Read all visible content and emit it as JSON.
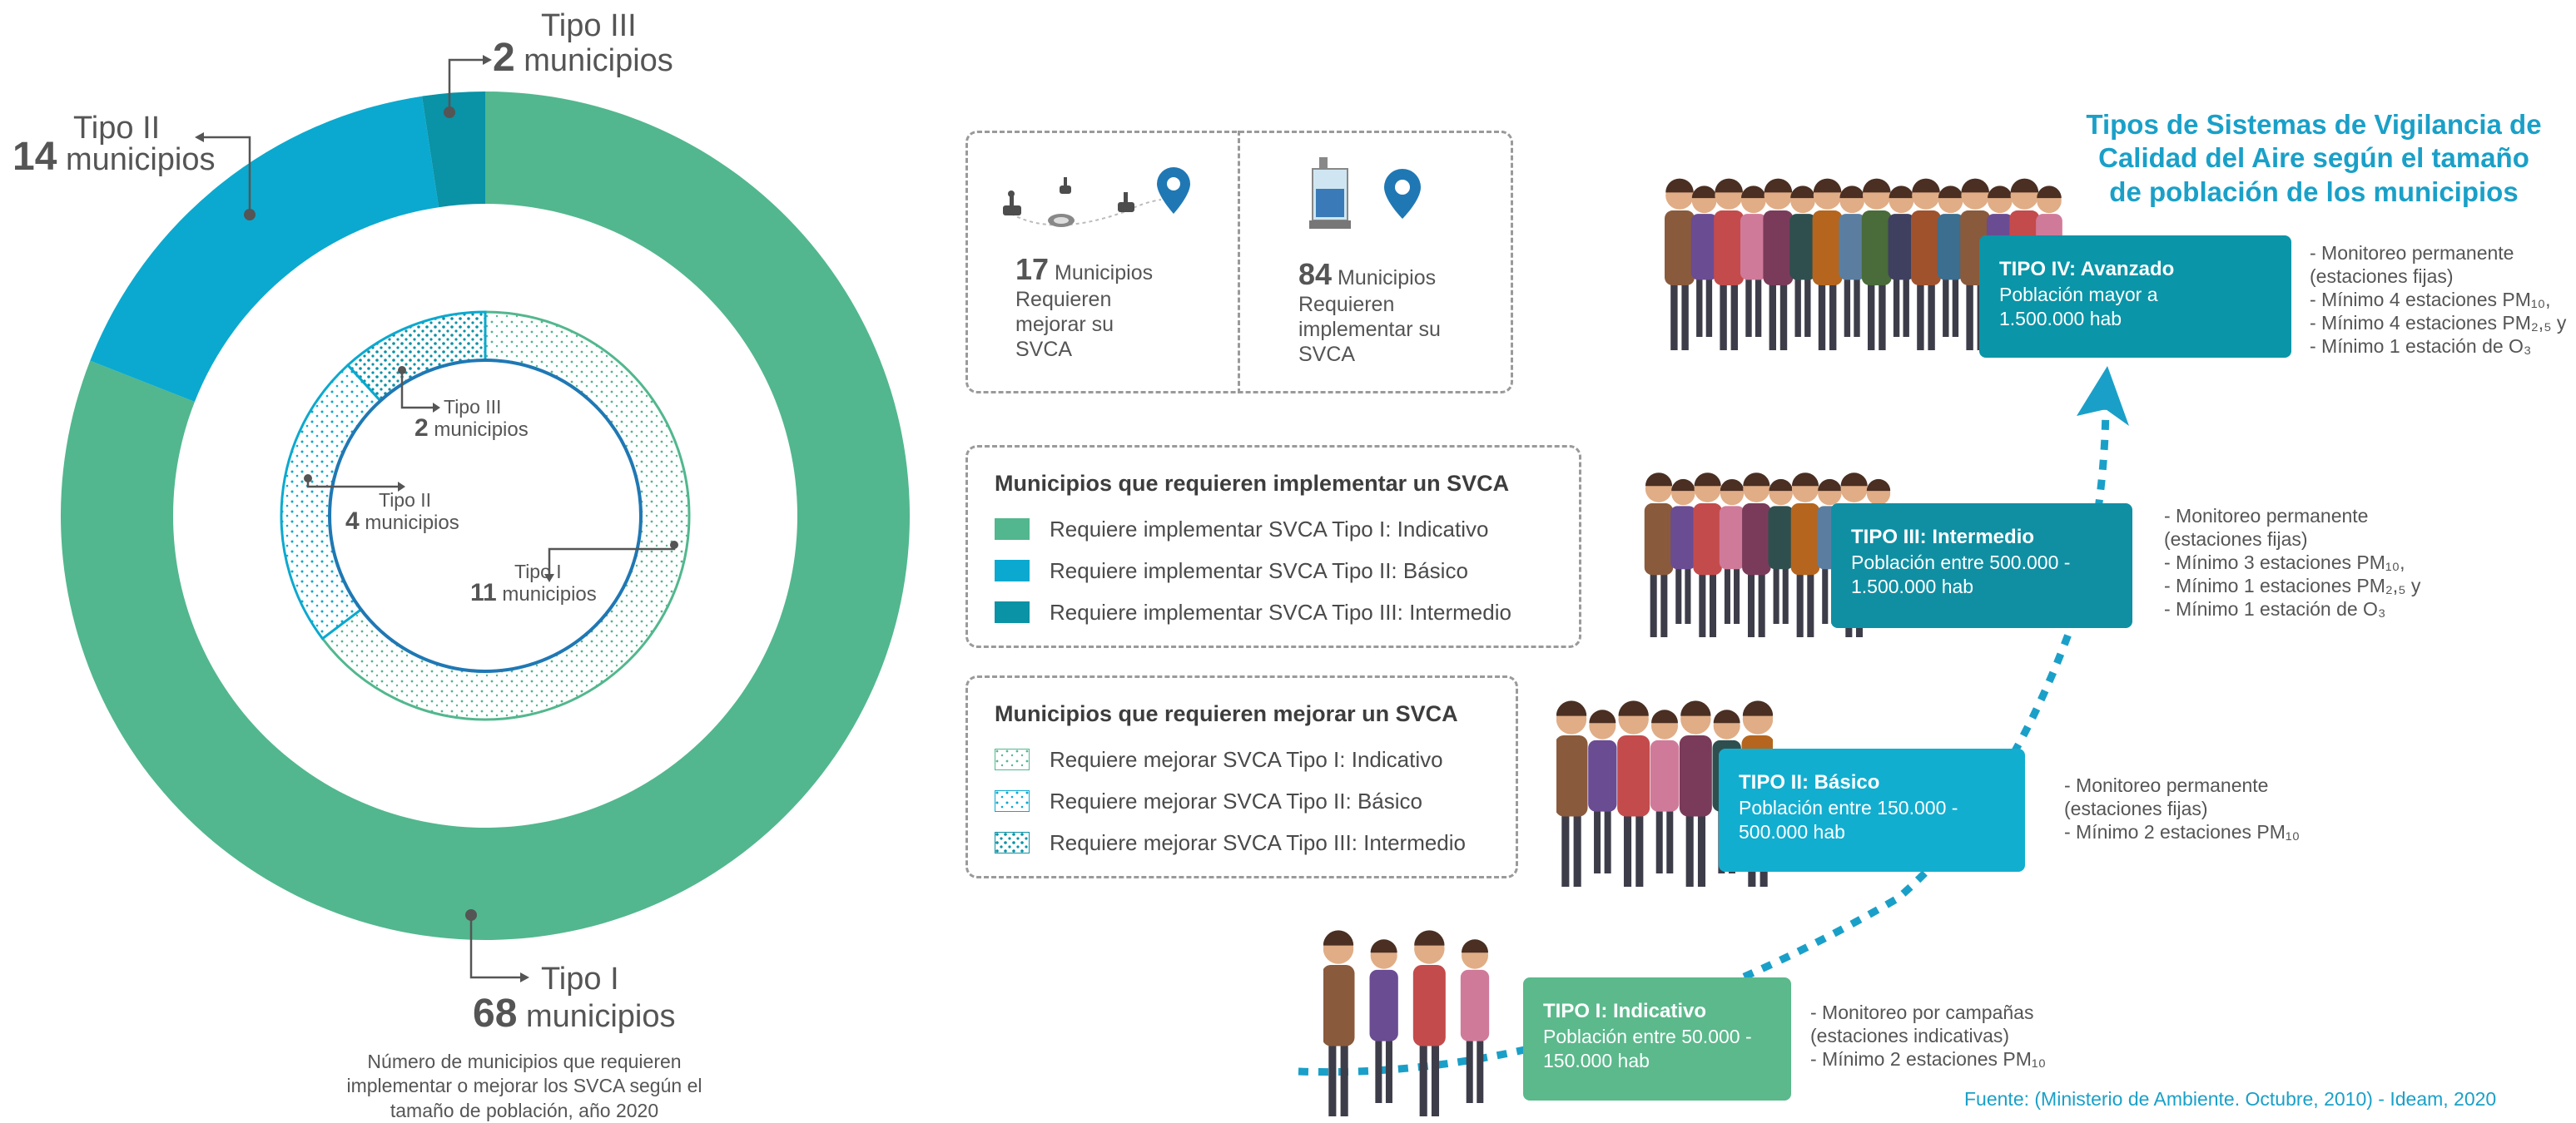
{
  "colors": {
    "tipo1": "#52b78e",
    "tipo2": "#0ba9cf",
    "tipo3": "#0a92a6",
    "stage1": "#5bb98c",
    "stage2": "#12aed0",
    "stage3": "#108fa3",
    "stage4": "#0a95a8",
    "title": "#1aa0c8",
    "ring": "#1f78b4"
  },
  "chart_data": [
    {
      "type": "pie",
      "description_ring": "outer",
      "categories": [
        "Tipo I",
        "Tipo II",
        "Tipo III"
      ],
      "values": [
        68,
        14,
        2
      ],
      "labels": [
        {
          "name": "Tipo I",
          "value": "68",
          "unit": "municipios"
        },
        {
          "name": "Tipo II",
          "value": "14",
          "unit": "municipios"
        },
        {
          "name": "Tipo III",
          "value": "2",
          "unit": "municipios"
        }
      ]
    },
    {
      "type": "pie",
      "description_ring": "inner",
      "categories": [
        "Tipo I",
        "Tipo II",
        "Tipo III"
      ],
      "values": [
        11,
        4,
        2
      ],
      "labels": [
        {
          "name": "Tipo I",
          "value": "11",
          "unit": "municipios"
        },
        {
          "name": "Tipo II",
          "value": "4",
          "unit": "municipios"
        },
        {
          "name": "Tipo III",
          "value": "2",
          "unit": "municipios"
        }
      ]
    }
  ],
  "caption": "Número de municipios que requieren\nimplementar o mejorar los SVCA según el\ntamaño de población, año 2020",
  "summary": {
    "mejorar": {
      "value": "17",
      "unit": "Municipios",
      "text": "Requieren\nmejorar su\nSVCA",
      "icon": "monitoring-stations-map-icon"
    },
    "implementar": {
      "value": "84",
      "unit": "Municipios",
      "text": "Requieren\nimplementar su\nSVCA",
      "icon": "station-map-pin-icon"
    }
  },
  "legend_implementar": {
    "title": "Municipios que requieren implementar un SVCA",
    "items": [
      "Requiere implementar SVCA Tipo I: Indicativo",
      "Requiere implementar SVCA Tipo II: Básico",
      "Requiere implementar SVCA Tipo III: Intermedio"
    ]
  },
  "legend_mejorar": {
    "title": "Municipios que requieren mejorar un SVCA",
    "items": [
      "Requiere mejorar SVCA Tipo I: Indicativo",
      "Requiere mejorar SVCA Tipo II: Básico",
      "Requiere mejorar SVCA Tipo III: Intermedio"
    ]
  },
  "title": "Tipos de Sistemas de Vigilancia de\nCalidad del Aire según el tamaño\nde población de los municipios",
  "stages": [
    {
      "name": "TIPO I: Indicativo",
      "pop": "Población entre 50.000 -\n150.000 hab",
      "desc": "- Monitoreo por campañas\n(estaciones indicativas)\n- Mínimo 2 estaciones PM₁₀"
    },
    {
      "name": "TIPO II: Básico",
      "pop": "Población entre 150.000 -\n500.000 hab",
      "desc": "- Monitoreo permanente\n(estaciones fijas)\n- Mínimo 2 estaciones PM₁₀"
    },
    {
      "name": "TIPO III: Intermedio",
      "pop": "Población entre 500.000 -\n1.500.000 hab",
      "desc": "- Monitoreo permanente\n(estaciones fijas)\n- Mínimo 3 estaciones PM₁₀,\n- Mínimo 1 estaciones PM₂,₅ y\n- Mínimo 1 estación de O₃"
    },
    {
      "name": "TIPO IV: Avanzado",
      "pop": "Población mayor a\n1.500.000 hab",
      "desc": "- Monitoreo permanente\n(estaciones fijas)\n- Mínimo 4 estaciones PM₁₀,\n- Mínimo 4 estaciones PM₂,₅ y\n- Mínimo 1 estación de O₃"
    }
  ],
  "source": "Fuente: (Ministerio de Ambiente. Octubre, 2010) - Ideam, 2020"
}
